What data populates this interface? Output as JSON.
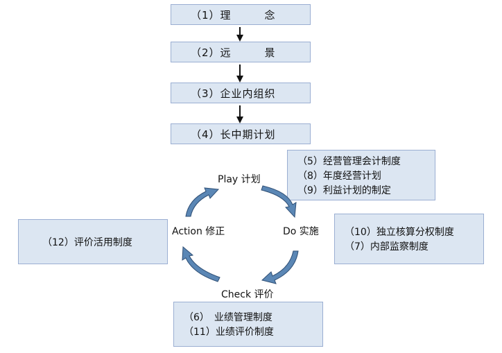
{
  "top_steps": [
    {
      "no": "（1）",
      "text": "理　　　念"
    },
    {
      "no": "（2）",
      "text": "远　　　景"
    },
    {
      "no": "（3）",
      "text": "企业内组织"
    },
    {
      "no": "（4）",
      "text": "长中期计划"
    }
  ],
  "cycle": {
    "plan": "Play 计划",
    "do": "Do 实施",
    "check": "Check 评价",
    "action": "Action 修正"
  },
  "side_boxes": {
    "plan_items": [
      "（5）经营管理会计制度",
      "（8）年度经营计划",
      "（9）利益计划的制定"
    ],
    "do_items": [
      "（10）独立核算分权制度",
      "（7）内部监察制度"
    ],
    "check_items": [
      "（6）　业绩管理制度",
      "（11）业绩评价制度"
    ],
    "action_items": [
      "（12）评价活用制度"
    ]
  },
  "colors": {
    "box_fill": "#dce6f2",
    "box_border": "#9aaed2",
    "arrow_fill": "#5b87b5",
    "arrow_stroke": "#2f4f75"
  }
}
